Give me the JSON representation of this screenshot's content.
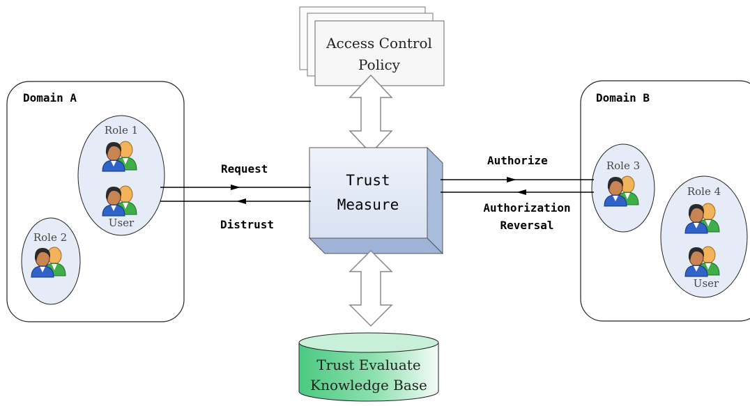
{
  "policy": {
    "line1": "Access Control",
    "line2": "Policy"
  },
  "trust_measure": {
    "line1": "Trust",
    "line2": "Measure"
  },
  "knowledge_base": {
    "line1": "Trust Evaluate",
    "line2": "Knowledge Base"
  },
  "domain_a": {
    "title": "Domain A",
    "role1": "Role 1",
    "role1_user": "User",
    "role2": "Role 2"
  },
  "domain_b": {
    "title": "Domain B",
    "role3": "Role 3",
    "role4": "Role 4",
    "role4_user": "User"
  },
  "arrows": {
    "request": "Request",
    "distrust": "Distrust",
    "authorize": "Authorize",
    "reversal_line1": "Authorization",
    "reversal_line2": "Reversal"
  },
  "colors": {
    "policy_fill": "#f7f7f7",
    "cube_front": "#dde6f5",
    "cube_side": "#a8bcdc",
    "cylinder_top": "#c8f0d8",
    "cylinder_body_start": "#5fd18f",
    "role_fill": "#e6ecf7"
  }
}
